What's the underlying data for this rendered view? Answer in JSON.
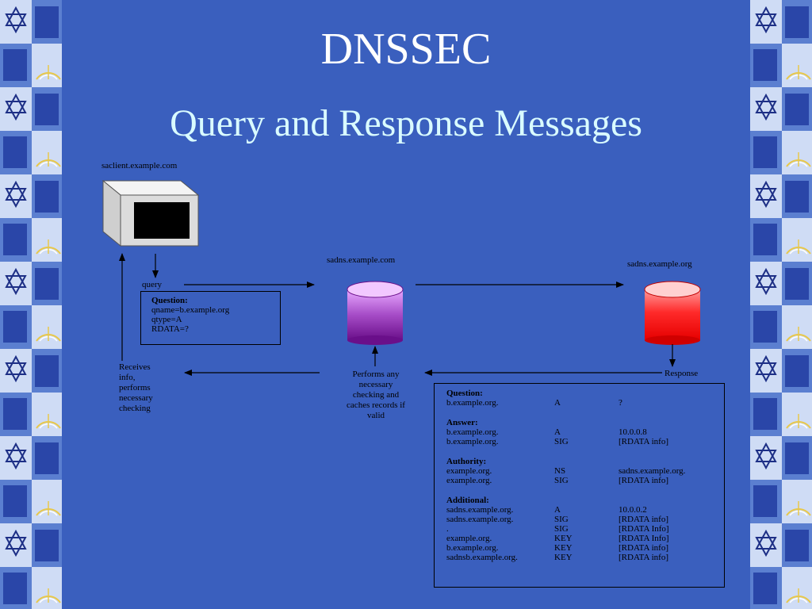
{
  "slide": {
    "title": "DNSSEC",
    "subtitle": "Query and Response Messages"
  },
  "diagram": {
    "client_label": "saclient.example.com",
    "resolver_label": "sadns.example.com",
    "authority_label": "sadns.example.org",
    "query_label": "query",
    "response_label": "Response",
    "client_checking_lines": [
      "Receives",
      "info,",
      "performs",
      "necessary",
      "checking"
    ],
    "resolver_checking_lines": [
      "Performs any",
      "necessary",
      "checking and",
      "caches records if",
      "valid"
    ],
    "question_box": {
      "heading": "Question:",
      "lines": [
        "qname=b.example.org",
        "qtype=A",
        "RDATA=?"
      ]
    },
    "response_box": {
      "sections": [
        {
          "heading": "Question:",
          "rows": [
            [
              "b.example.org.",
              "A",
              "?"
            ]
          ]
        },
        {
          "heading": "Answer:",
          "rows": [
            [
              "b.example.org.",
              "A",
              "10.0.0.8"
            ],
            [
              "b.example.org.",
              "SIG",
              "[RDATA info]"
            ]
          ]
        },
        {
          "heading": "Authority:",
          "rows": [
            [
              "example.org.",
              "NS",
              "sadns.example.org."
            ],
            [
              "example.org.",
              "SIG",
              "[RDATA info]"
            ]
          ]
        },
        {
          "heading": "Additional:",
          "rows": [
            [
              "sadns.example.org.",
              "A",
              "10.0.0.2"
            ],
            [
              "sadns.example.org.",
              "SIG",
              "[RDATA info]"
            ],
            [
              ".",
              "SIG",
              "[RDATA Info]"
            ],
            [
              "example.org.",
              "KEY",
              "[RDATA Info]"
            ],
            [
              "b.example.org.",
              "KEY",
              "[RDATA info]"
            ],
            [
              "sadnsb.example.org.",
              "KEY",
              "[RDATA info]"
            ]
          ]
        }
      ]
    }
  },
  "colors": {
    "background": "#3a5fbe",
    "title": "#ffffff",
    "subtitle": "#d9fbff",
    "resolver_db": "#8e2aa6",
    "authority_db": "#ff1a1a"
  },
  "icons": {
    "client": "computer-monitor-icon",
    "resolver": "database-cylinder-icon",
    "authority": "database-cylinder-icon",
    "border_motif": "star-of-david-icon"
  }
}
